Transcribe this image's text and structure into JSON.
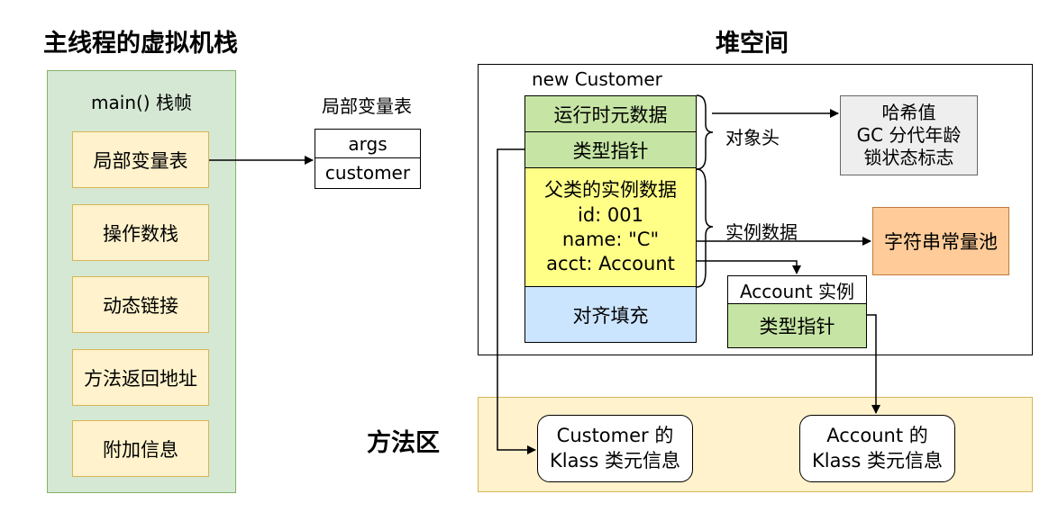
{
  "titles": {
    "stack": "主线程的虚拟机栈",
    "heap": "堆空间",
    "method_area": "方法区"
  },
  "stack": {
    "frame_label": "main() 栈帧",
    "items": [
      "局部变量表",
      "操作数栈",
      "动态链接",
      "方法返回地址",
      "附加信息"
    ]
  },
  "local_vars": {
    "title": "局部变量表",
    "rows": [
      "args",
      "customer"
    ]
  },
  "heap": {
    "object_label": "new Customer",
    "cells": {
      "runtime_data": "运行时元数据",
      "type_pointer": "类型指针",
      "instance_data": [
        "父类的实例数据",
        "id: 001",
        "name: \"C\"",
        "acct: Account"
      ],
      "padding": "对齐填充"
    },
    "header_label": "对象头",
    "instance_label": "实例数据",
    "header_info": [
      "哈希值",
      "GC 分代年龄",
      "锁状态标志"
    ],
    "string_pool": "字符串常量池",
    "account": {
      "label": "Account 实例",
      "type_pointer": "类型指针"
    }
  },
  "method_area": {
    "customer_klass": [
      "Customer 的",
      "Klass 类元信息"
    ],
    "account_klass": [
      "Account 的",
      "Klass 类元信息"
    ]
  }
}
